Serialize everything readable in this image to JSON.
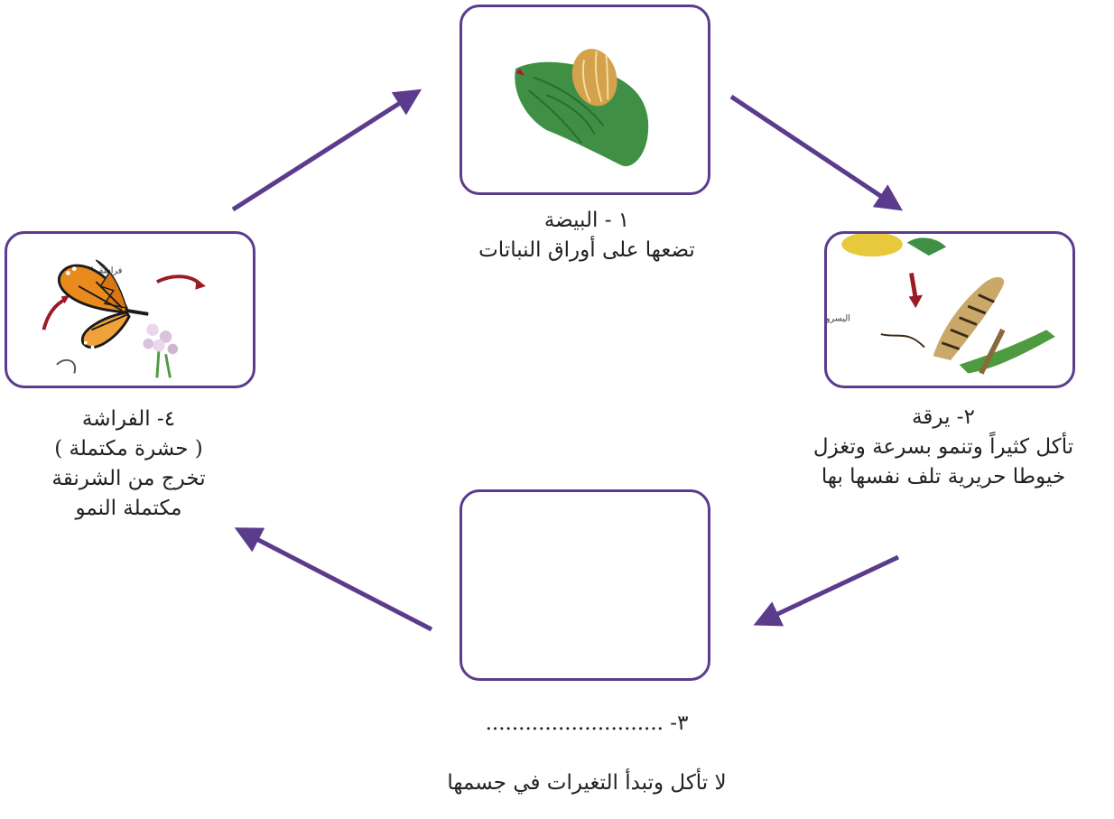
{
  "stages": {
    "egg": {
      "title": "١ - البيضة",
      "desc": "تضعها على أوراق النباتات",
      "image": "egg-on-leaf"
    },
    "larva": {
      "title": "٢- يرقة",
      "desc_line1": "تأكل كثيراً وتنمو بسرعة وتغزل",
      "desc_line2": "خيوطا حريرية تلف نفسها بها",
      "image": "caterpillar",
      "image_caption": "اليسروع (يرقة)"
    },
    "pupa": {
      "title": "٣- ...........................",
      "desc": "لا تأكل وتبدأ التغيرات في جسمها",
      "image": "empty"
    },
    "butterfly": {
      "title": "٤- الفراشة",
      "subtitle": "( حشرة مكتملة )",
      "desc_line1": "تخرج من الشرنقة",
      "desc_line2": "مكتملة النمو",
      "image": "monarch-butterfly",
      "image_caption": "فراشة بالغة"
    }
  },
  "colors": {
    "arrow": "#5b3c8c",
    "frame": "#5b3c8c"
  }
}
